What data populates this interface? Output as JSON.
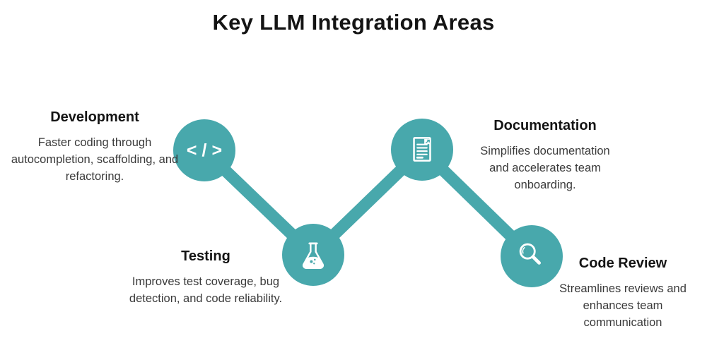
{
  "title": "Key LLM Integration Areas",
  "colors": {
    "accent_teal": "#48A8AC",
    "title_text": "#141414",
    "body_text": "#3a3a3a",
    "icon_color": "#ffffff"
  },
  "nodes": [
    {
      "label": "Development",
      "description": "Faster coding through autocompletion, scaffolding, and refactoring.",
      "icon": "code-icon",
      "icon_glyph": "</>"
    },
    {
      "label": "Testing",
      "description": "Improves test coverage, bug detection, and code reliability.",
      "icon": "flask-icon"
    },
    {
      "label": "Documentation",
      "description": "Simplifies documentation and accelerates team onboarding.",
      "icon": "document-icon"
    },
    {
      "label": "Code Review",
      "description": "Streamlines reviews and enhances team communication",
      "icon": "magnifier-icon"
    }
  ]
}
